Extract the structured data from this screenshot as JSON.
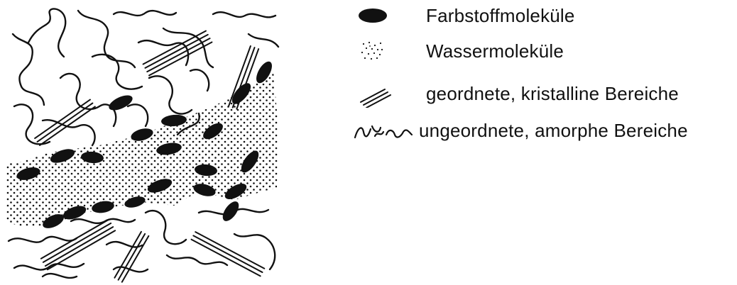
{
  "legend": {
    "items": [
      {
        "key": "dye",
        "label": "Farbstoffmoleküle",
        "icon": "black-ellipse-icon"
      },
      {
        "key": "water",
        "label": "Wassermoleküle",
        "icon": "stipple-dots-icon"
      },
      {
        "key": "crystalline",
        "label": "geordnete, kristalline Bereiche",
        "icon": "parallel-lines-icon"
      },
      {
        "key": "amorphous",
        "label": "ungeordnete, amorphe Bereiche",
        "icon": "wavy-lines-icon"
      }
    ]
  },
  "colors": {
    "ink": "#111111",
    "background": "#ffffff"
  }
}
